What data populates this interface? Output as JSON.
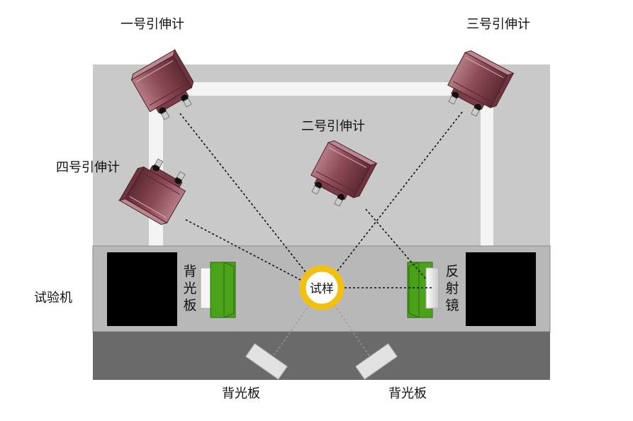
{
  "labels": {
    "extensometer_1": "一号引伸计",
    "extensometer_2": "二号引伸计",
    "extensometer_3": "三号引伸计",
    "extensometer_4": "四号引伸计",
    "testing_machine": "试验机",
    "specimen": "试样",
    "backlight_left": [
      "背",
      "光",
      "板"
    ],
    "mirror_right": [
      "反",
      "射",
      "镜"
    ],
    "backlight_bottom_left": "背光板",
    "backlight_bottom_right": "背光板"
  },
  "colors": {
    "frame_bg": "#c9c9c9",
    "frame_rail": "#f4f4f4",
    "machine_panel": "#b8b8b8",
    "machine_dark": "#6a6a6a",
    "block": "#000000",
    "green": "#4aa11a",
    "camera": "#8c4a56",
    "specimen_ring": "#f2c012",
    "beam_line": "#111111"
  },
  "icons": {
    "camera": "camera-icon",
    "mirror": "mirror-icon",
    "backlight": "backlight-panel-icon",
    "specimen": "specimen-ring-icon"
  }
}
